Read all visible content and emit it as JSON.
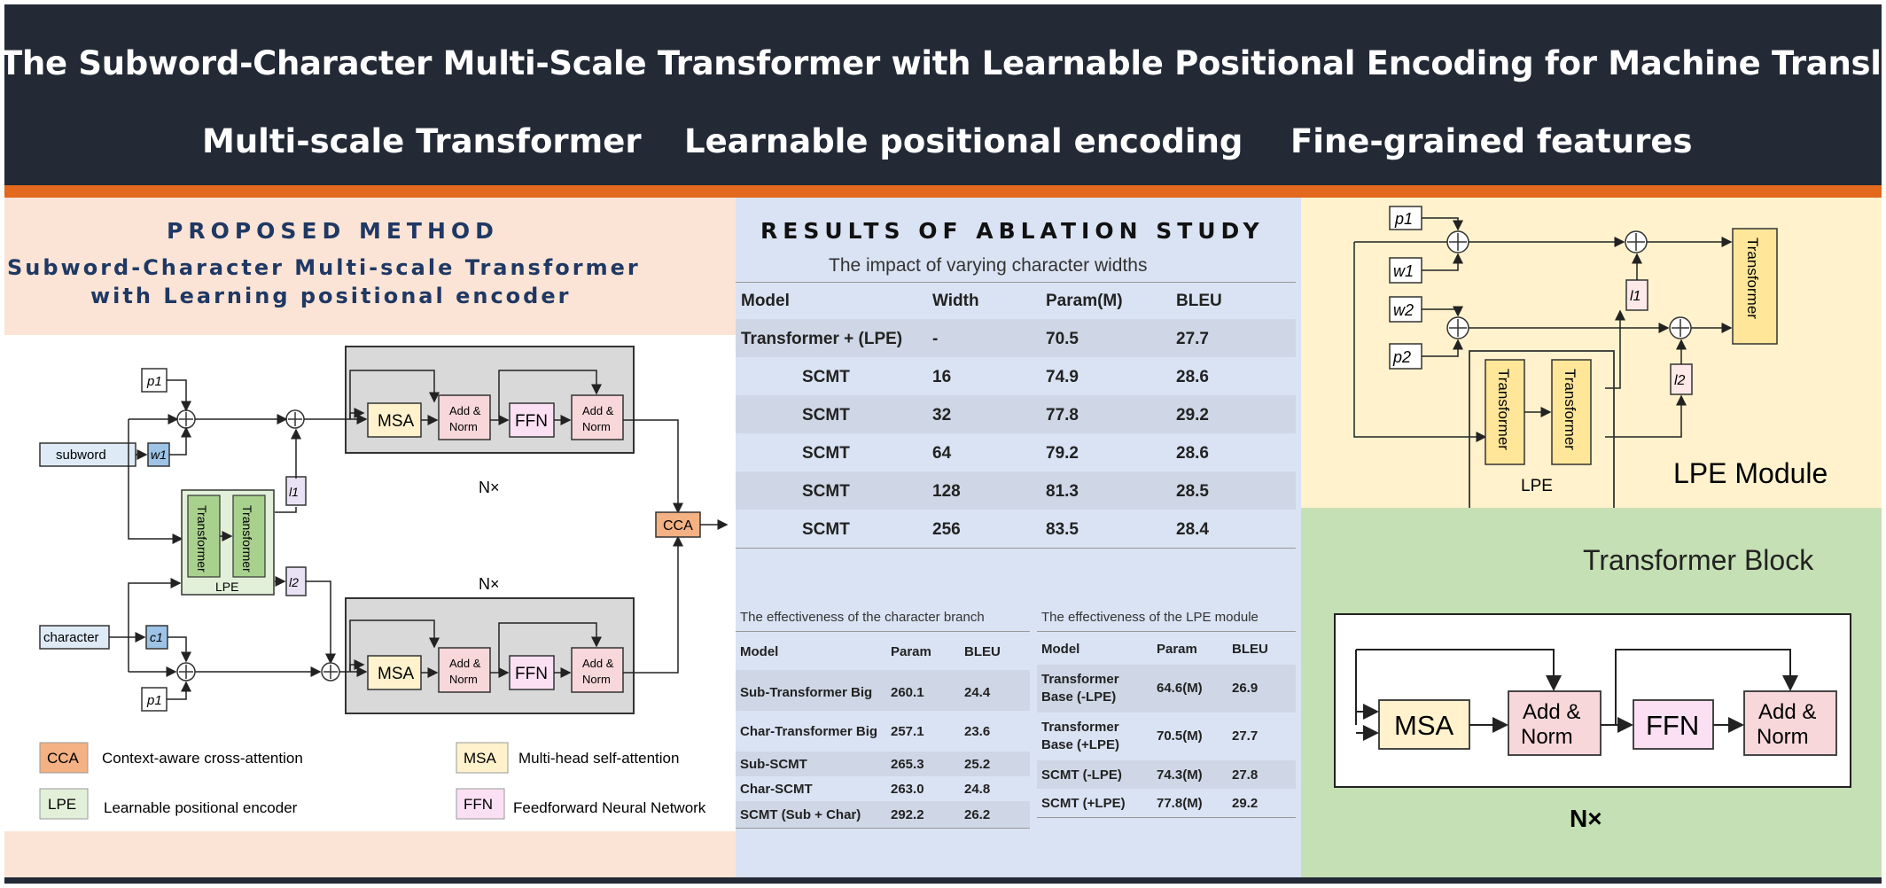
{
  "header": {
    "title": "The Subword-Character Multi-Scale Transformer with Learnable Positional Encoding for Machine Translation",
    "keywords": [
      "Multi-scale Transformer",
      "Learnable positional encoding",
      "Fine-grained features"
    ]
  },
  "proposed": {
    "heading": "PROPOSED METHOD",
    "subtitle_line1": "Subword-Character Multi-scale Transformer",
    "subtitle_line2": "with Learning positional encoder"
  },
  "method_diagram": {
    "p1": "p1",
    "p2": "p1",
    "w1": "w1",
    "c1": "c1",
    "l1": "l1",
    "l2": "l2",
    "subword": "subword",
    "character": "character",
    "msa": "MSA",
    "add_norm_1": "Add &",
    "add_norm_2": "Norm",
    "ffn": "FFN",
    "transformer": "Transformer",
    "lpe": "LPE",
    "cca": "CCA",
    "nx": "N×"
  },
  "legend": [
    {
      "abbr": "CCA",
      "text": "Context-aware cross-attention",
      "color": "#f4b183"
    },
    {
      "abbr": "MSA",
      "text": "Multi-head self-attention",
      "color": "#fff2cc"
    },
    {
      "abbr": "LPE",
      "text": "Learnable positional encoder",
      "color": "#e2f0d9"
    },
    {
      "abbr": "FFN",
      "text": "Feedforward Neural Network",
      "color": "#fbe0f4"
    }
  ],
  "ablation": {
    "heading": "RESULTS OF ABLATION STUDY",
    "subtitle": "The impact of varying character widths",
    "columns": [
      "Model",
      "Width",
      "Param(M)",
      "BLEU"
    ],
    "rows": [
      [
        "Transformer + (LPE)",
        "-",
        "70.5",
        "27.7"
      ],
      [
        "SCMT",
        "16",
        "74.9",
        "28.6"
      ],
      [
        "SCMT",
        "32",
        "77.8",
        "29.2"
      ],
      [
        "SCMT",
        "64",
        "79.2",
        "28.6"
      ],
      [
        "SCMT",
        "128",
        "81.3",
        "28.5"
      ],
      [
        "SCMT",
        "256",
        "83.5",
        "28.4"
      ]
    ]
  },
  "char_branch": {
    "caption": "The  effectiveness of the character branch",
    "columns": [
      "Model",
      "Param",
      "BLEU"
    ],
    "rows": [
      [
        "Sub-Transformer Big",
        "260.1",
        "24.4"
      ],
      [
        "Char-Transformer Big",
        "257.1",
        "23.6"
      ],
      [
        "Sub-SCMT",
        "265.3",
        "25.2"
      ],
      [
        "Char-SCMT",
        "263.0",
        "24.8"
      ],
      [
        "SCMT (Sub + Char)",
        "292.2",
        "26.2"
      ]
    ]
  },
  "lpe_table": {
    "caption": "The  effectiveness of the LPE module",
    "columns": [
      "Model",
      "Param",
      "BLEU"
    ],
    "rows": [
      [
        "Transformer",
        "Base (-LPE)",
        "64.6(M)",
        "26.9"
      ],
      [
        "Transformer",
        "Base (+LPE)",
        "70.5(M)",
        "27.7"
      ],
      [
        "SCMT (-LPE)",
        "",
        "74.3(M)",
        "27.8"
      ],
      [
        "SCMT (+LPE)",
        "",
        "77.8(M)",
        "29.2"
      ]
    ]
  },
  "lpe_module": {
    "label": "LPE Module",
    "p1": "p1",
    "w1": "w1",
    "w2": "w2",
    "p2": "p2",
    "l1": "l1",
    "l2": "l2",
    "transformer": "Transformer",
    "lpe": "LPE"
  },
  "transformer_block": {
    "label": "Transformer Block",
    "msa": "MSA",
    "add": "Add &",
    "norm": "Norm",
    "ffn": "FFN",
    "nx": "N×"
  }
}
